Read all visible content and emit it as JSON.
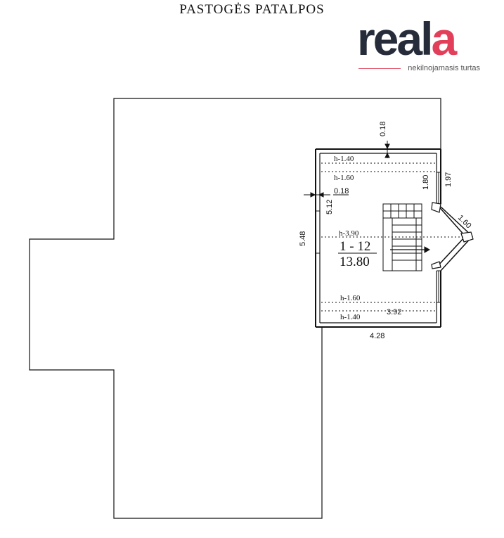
{
  "title": "PASTOGĖS PATALPOS",
  "logo": {
    "brand_prefix": "real",
    "brand_suffix": "a",
    "tagline": "nekilnojamasis turtas",
    "colors": {
      "dark": "#262c3a",
      "accent_start": "#d8254f",
      "accent_end": "#f07a5a"
    }
  },
  "plan": {
    "dimensions": {
      "wall_top": "0.18",
      "wall_left": "0.18",
      "inner_height": "5.12",
      "outer_height": "5.48",
      "bay_upper": "1.80",
      "bay_total": "1.97",
      "bay_diagonal": "1.60",
      "inner_width": "3.92",
      "outer_width": "4.28"
    },
    "heights": {
      "top_1": "h-1.40",
      "top_2": "h-1.60",
      "center": "h-3.90",
      "bottom_1": "h-1.60",
      "bottom_2": "h-1.40"
    },
    "room": {
      "number": "1 - 12",
      "area": "13.80"
    }
  }
}
